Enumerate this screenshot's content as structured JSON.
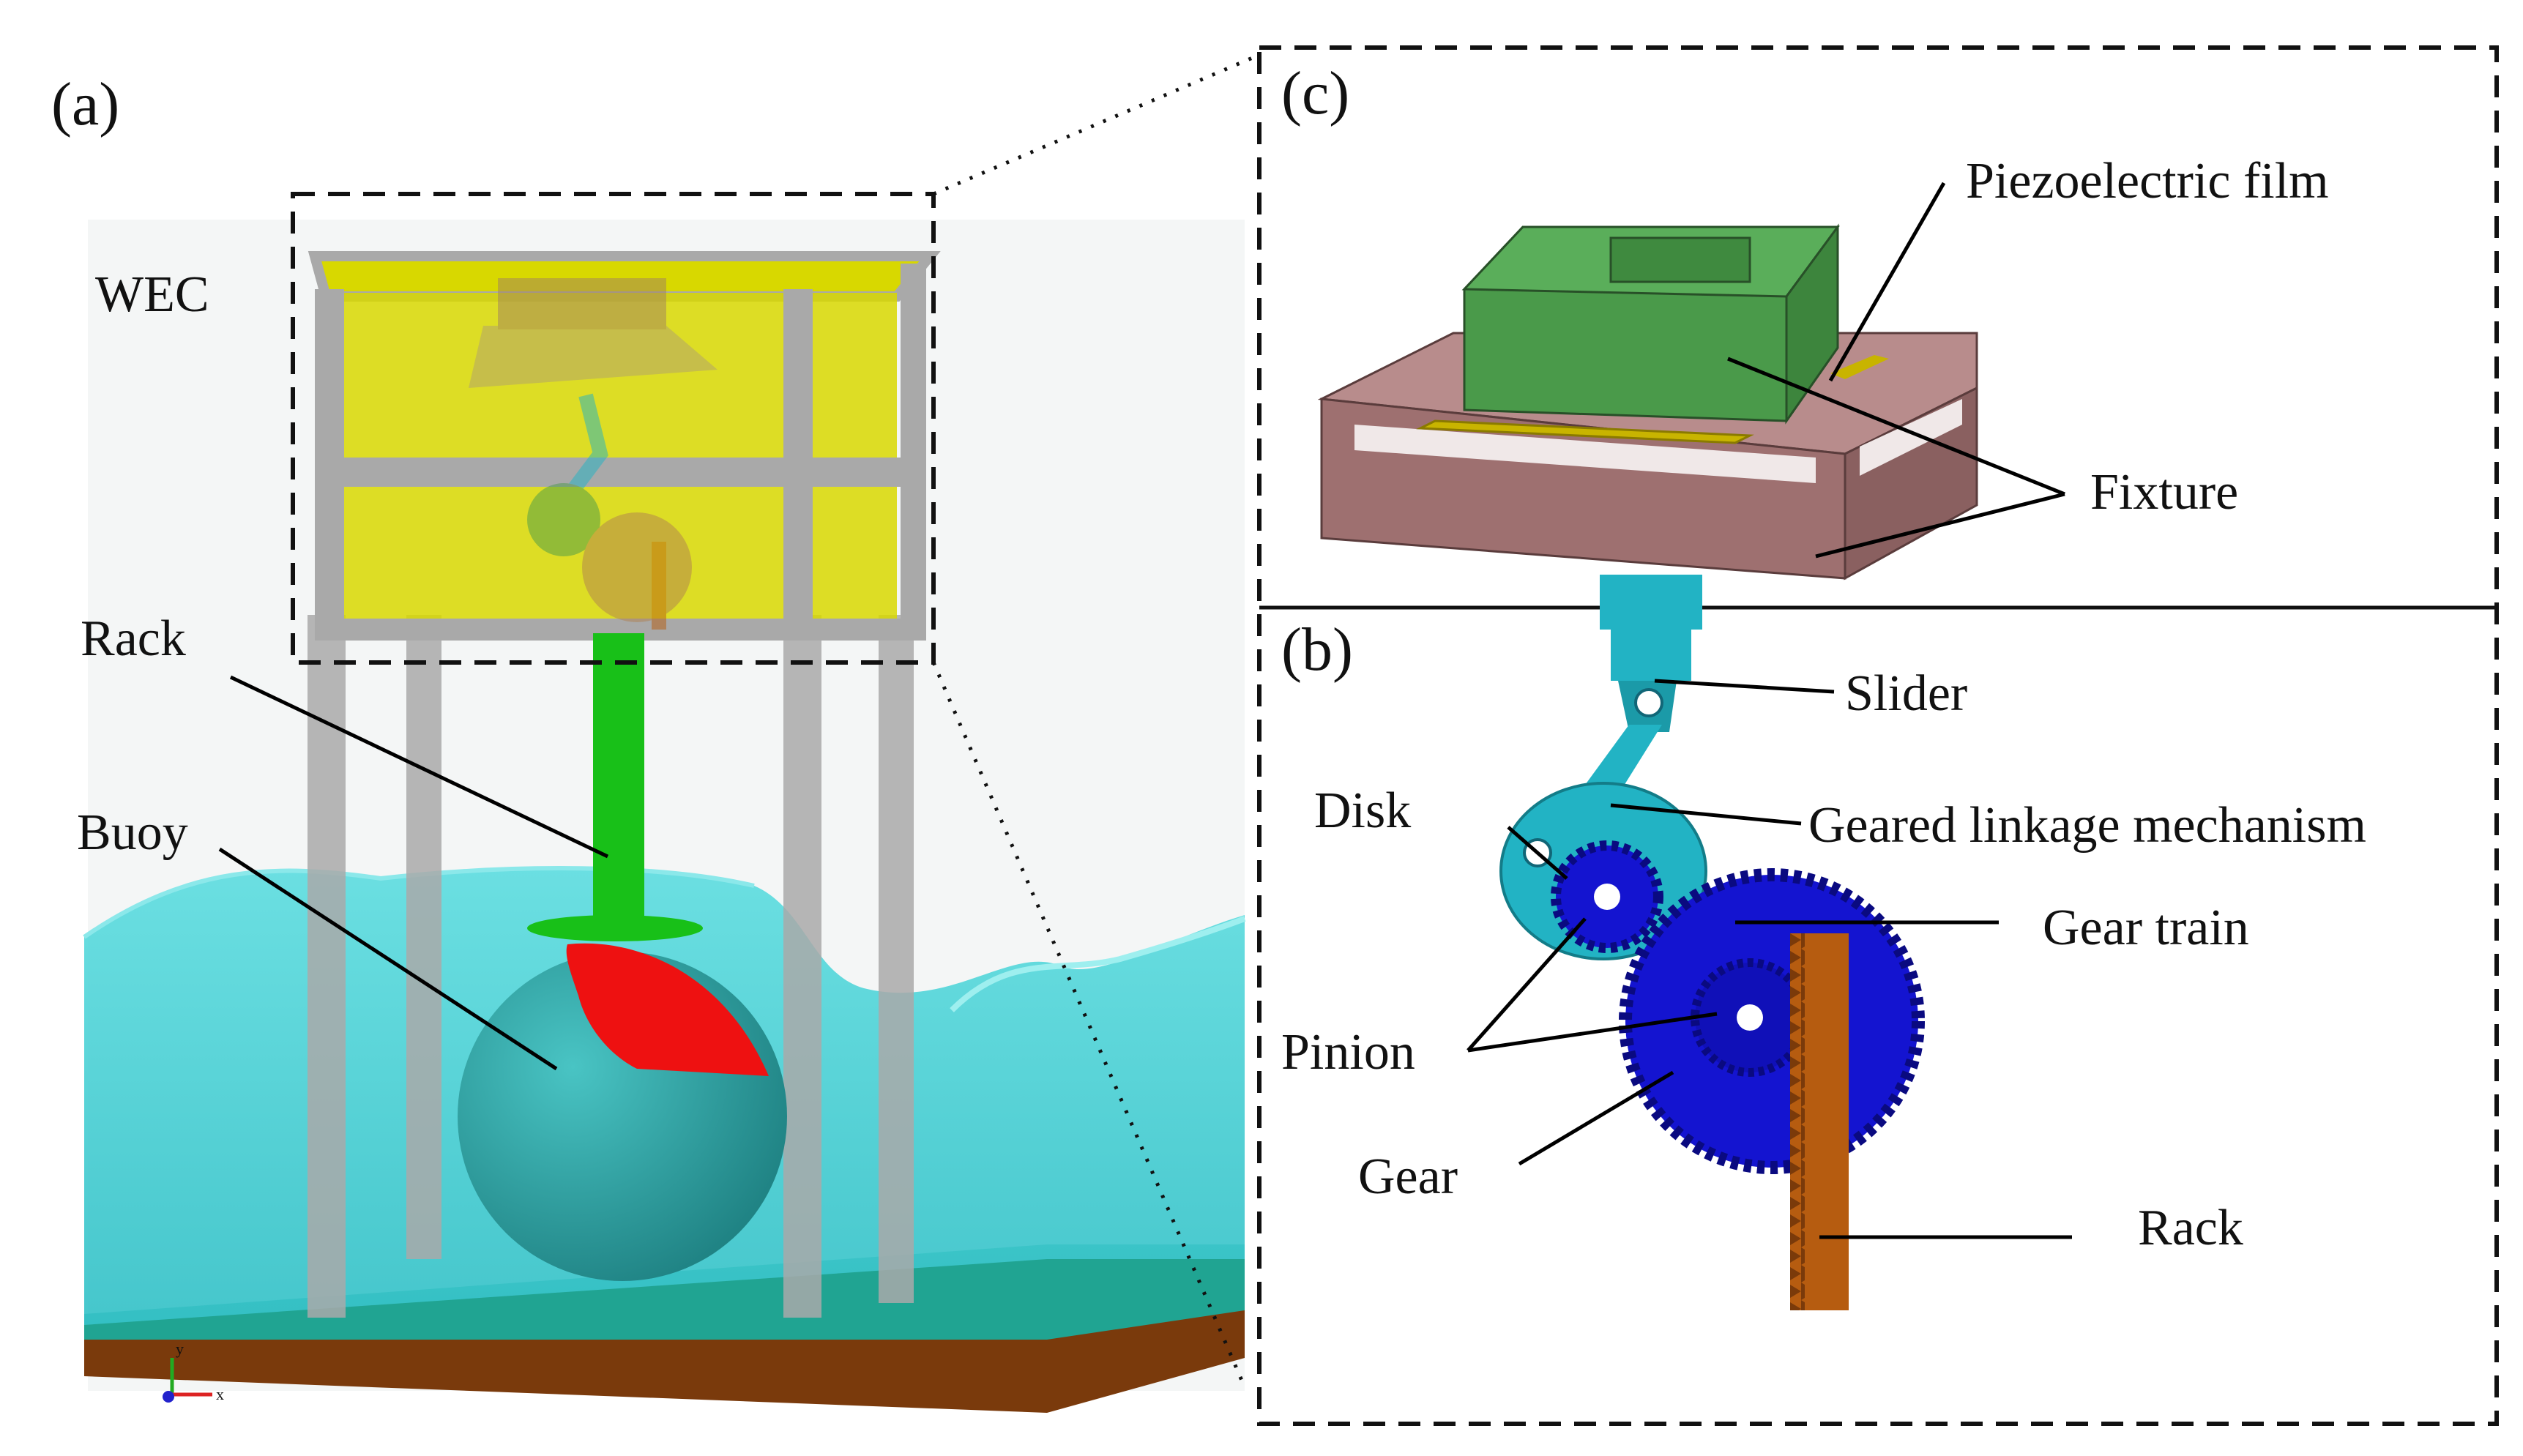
{
  "panels": {
    "a": {
      "label": "(a)",
      "wec_label": "WEC",
      "rack_label": "Rack",
      "buoy_label": "Buoy",
      "axis_x": "x",
      "axis_y": "y"
    },
    "b": {
      "label": "(b)",
      "slider_label": "Slider",
      "disk_label": "Disk",
      "geared_linkage_label": "Geared linkage mechanism",
      "gear_train_label": "Gear train",
      "pinion_label": "Pinion",
      "gear_label": "Gear",
      "rack_label": "Rack"
    },
    "c": {
      "label": "(c)",
      "piezo_label": "Piezoelectric film",
      "fixture_label": "Fixture"
    }
  },
  "colors": {
    "water": "#3ec9cf",
    "water_dark": "#2aa9a8",
    "seabed": "#7a3a0c",
    "frame": "#a9a9a9",
    "box_yellow": "#d8d800",
    "rack_green": "#18c018",
    "buoy": "#2a9c9c",
    "buoy_cap": "#ee1111",
    "fixture": "#9e7070",
    "fixture_top": "#b88c8c",
    "block_green": "#4a9a4a",
    "piezo": "#c8b400",
    "linkage": "#22b3c4",
    "gear_blue": "#1414d0",
    "rack_orange": "#b65c10"
  },
  "icons": [
    "axis-triad-icon"
  ]
}
